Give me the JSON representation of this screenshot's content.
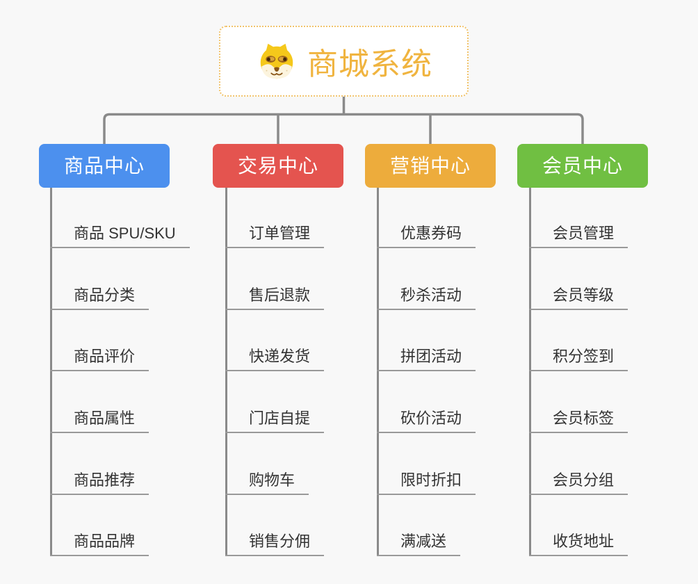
{
  "root": {
    "title": "商城系统",
    "icon": "doge-icon"
  },
  "branches": [
    {
      "label": "商品中心",
      "color": "#4c90ee",
      "items": [
        "商品 SPU/SKU",
        "商品分类",
        "商品评价",
        "商品属性",
        "商品推荐",
        "商品品牌"
      ]
    },
    {
      "label": "交易中心",
      "color": "#e4544f",
      "items": [
        "订单管理",
        "售后退款",
        "快递发货",
        "门店自提",
        "购物车",
        "销售分佣"
      ]
    },
    {
      "label": "营销中心",
      "color": "#edac3c",
      "items": [
        "优惠券码",
        "秒杀活动",
        "拼团活动",
        "砍价活动",
        "限时折扣",
        "满减送"
      ]
    },
    {
      "label": "会员中心",
      "color": "#70bf42",
      "items": [
        "会员管理",
        "会员等级",
        "积分签到",
        "会员标签",
        "会员分组",
        "收货地址"
      ]
    }
  ],
  "style": {
    "background": "#f8f8f8",
    "connector_color": "#8a8a8a",
    "underline_color": "#999999",
    "item_text_color": "#333333",
    "root_title_color": "#f0b43f",
    "root_border_color": "#f1c36b",
    "branch_text_color": "#ffffff"
  }
}
